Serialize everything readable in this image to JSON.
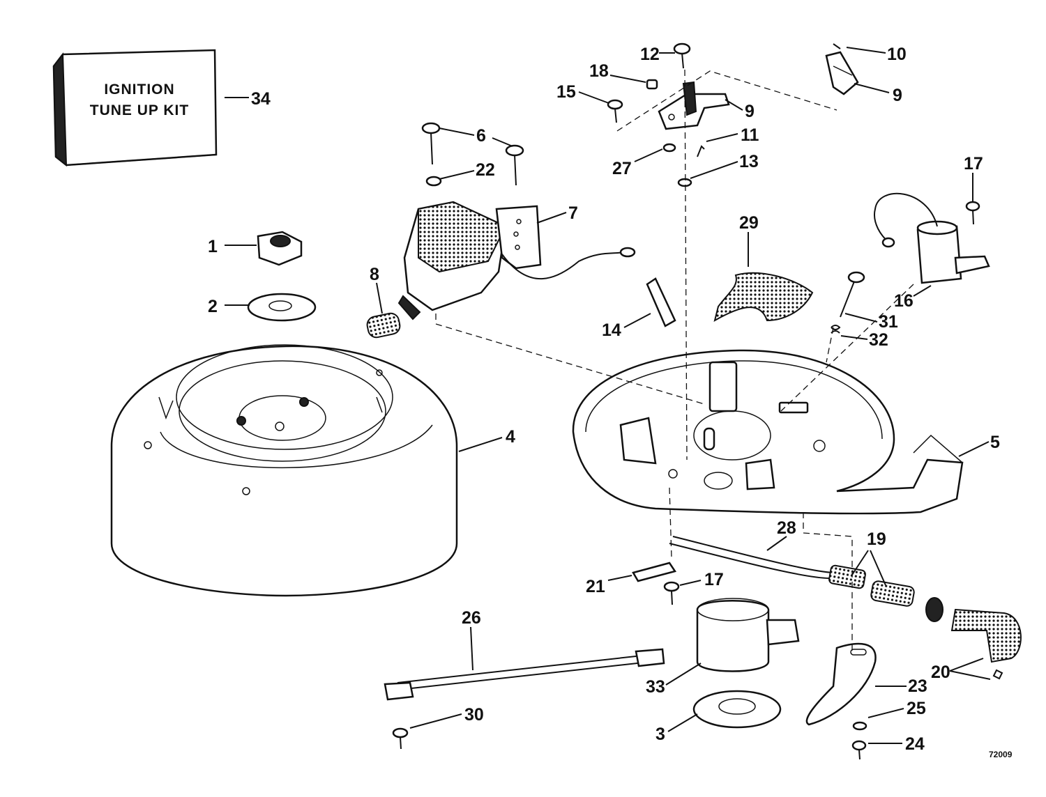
{
  "kit": {
    "line1": "IGNITION",
    "line2": "TUNE UP KIT"
  },
  "drawing_number": "72009",
  "callouts": {
    "c1": "1",
    "c2": "2",
    "c3": "3",
    "c4": "4",
    "c5": "5",
    "c6": "6",
    "c7": "7",
    "c8": "8",
    "c9a": "9",
    "c9b": "9",
    "c10": "10",
    "c11": "11",
    "c12": "12",
    "c13": "13",
    "c14": "14",
    "c15": "15",
    "c16": "16",
    "c17a": "17",
    "c17b": "17",
    "c18": "18",
    "c19": "19",
    "c20": "20",
    "c21": "21",
    "c22": "22",
    "c23": "23",
    "c24": "24",
    "c25": "25",
    "c26": "26",
    "c27": "27",
    "c28": "28",
    "c29": "29",
    "c30": "30",
    "c31": "31",
    "c32": "32",
    "c33": "33",
    "c34": "34"
  },
  "colors": {
    "ink": "#111111",
    "paper": "#ffffff"
  }
}
